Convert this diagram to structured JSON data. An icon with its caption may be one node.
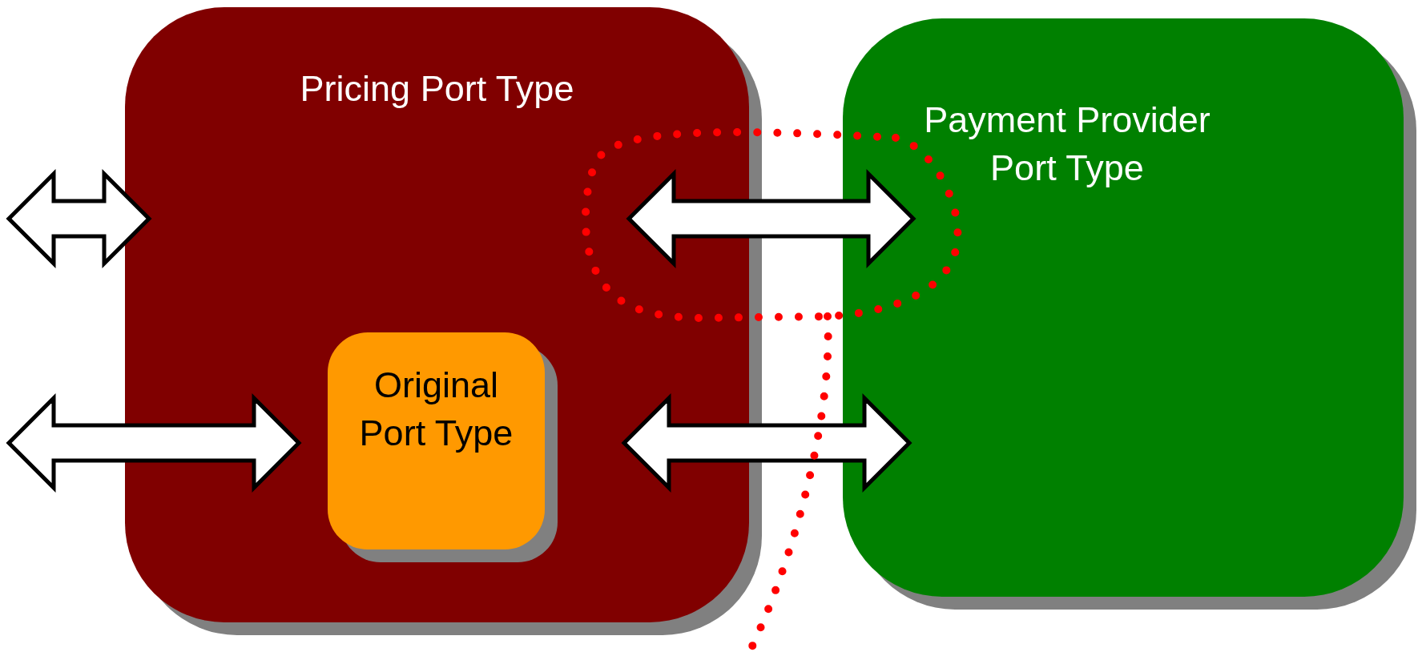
{
  "diagram": {
    "nodes": [
      {
        "text": [
          "Pricing Port Type"
        ]
      },
      {
        "text": [
          "Original Port Type"
        ],
        "in": 0
      },
      {
        "text": [
          "Payment Provider Port Type"
        ]
      }
    ],
    "edges": [
      {
        "from": null,
        "to": 0,
        "arrow": "both"
      },
      {
        "from": null,
        "to": 1,
        "arrow": "both"
      },
      {
        "from": 0,
        "to": 2,
        "arrow": "both"
      },
      {
        "from": 0,
        "to": 2,
        "arrow": "both"
      }
    ]
  }
}
